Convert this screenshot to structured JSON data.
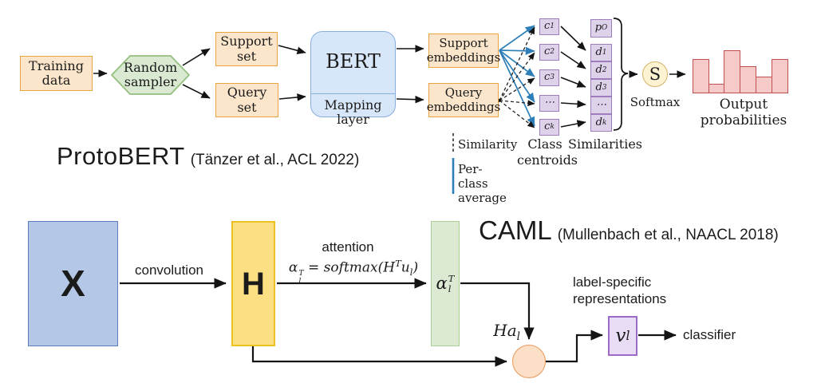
{
  "palette": {
    "peach_fill": "#fce6cb",
    "peach_border": "#e8a43e",
    "green_fill": "#d9e9d2",
    "green_border": "#92bf7c",
    "blue_fill": "#d7e6f8",
    "blue_border": "#88aede",
    "purple_fill": "#ded2eb",
    "purple_border": "#9e7cbe",
    "softmax_fill": "#fdf3d2",
    "softmax_border": "#d2b268",
    "bar_fill": "#f7caca",
    "bar_border": "#c14f4f",
    "x_fill": "#b4c7e7",
    "x_border": "#5a7dbe",
    "h_fill": "#fcdf82",
    "h_border": "#edc11f",
    "alpha_fill": "#dcead3",
    "alpha_border": "#a9cf97",
    "circle_fill": "#fbdfc7",
    "circle_border": "#e9995a",
    "v_fill": "#e9dcf5",
    "v_border": "#9b6bc7",
    "similarity_line": "#222222",
    "per_class_line": "#2e7fb8"
  },
  "protobert": {
    "title": "ProtoBERT",
    "citation": "(Tänzer et al., ACL 2022)",
    "nodes": {
      "training": "Training data",
      "sampler": "Random sampler",
      "support_set": "Support set",
      "query_set": "Query set",
      "bert": "BERT",
      "mapping": "Mapping layer",
      "support_emb": "Support embeddings",
      "query_emb": "Query embeddings"
    },
    "centroids": {
      "label": "Class centroids",
      "items": [
        [
          "c",
          "1"
        ],
        [
          "c",
          "2"
        ],
        [
          "c",
          "3"
        ],
        [
          "⋯",
          ""
        ],
        [
          "c",
          "k"
        ]
      ]
    },
    "similarities": {
      "label": "Similarities",
      "prior": [
        "p",
        "O"
      ],
      "items": [
        [
          "d",
          "1"
        ],
        [
          "d",
          "2"
        ],
        [
          "d",
          "3"
        ],
        [
          "⋯",
          ""
        ],
        [
          "d",
          "k"
        ]
      ]
    },
    "legend": {
      "similarity": "Similarity",
      "per_class": "Per-class average"
    },
    "softmax": {
      "symbol": "S",
      "label": "Softmax"
    },
    "output": {
      "label": "Output probabilities",
      "bars": [
        43,
        12,
        54,
        34,
        21,
        43
      ]
    }
  },
  "caml": {
    "title": "CAML",
    "citation": "(Mullenbach et al., NAACL 2018)",
    "x_label": "X",
    "h_label": "H",
    "convolution": "convolution",
    "attention": "attention",
    "formula": {
      "lhs": [
        "α",
        "l",
        "T"
      ],
      "mid": " = softmax(H",
      "hsup": "T",
      "u": "u",
      "usub": "l",
      "close": ")"
    },
    "alpha": [
      "α",
      "l",
      "T"
    ],
    "ha": [
      "Ha",
      "l"
    ],
    "v": [
      "v",
      "l"
    ],
    "label_specific": "label-specific representations",
    "classifier": "classifier"
  }
}
